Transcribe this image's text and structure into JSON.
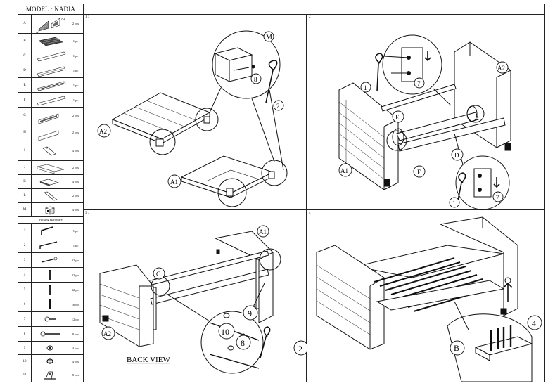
{
  "model": "MODEL : NADIA",
  "parts": [
    {
      "letter": "A",
      "qty": "2 pcs",
      "sub": [
        "A2",
        "A1"
      ]
    },
    {
      "letter": "B",
      "qty": "1 pc"
    },
    {
      "letter": "C",
      "qty": "1 pc"
    },
    {
      "letter": "D",
      "qty": "1 pc"
    },
    {
      "letter": "E",
      "qty": "1 pc"
    },
    {
      "letter": "F",
      "qty": "1 pc"
    },
    {
      "letter": "G",
      "qty": "2 pcs"
    },
    {
      "letter": "H",
      "qty": "2 pcs"
    },
    {
      "letter": "I",
      "qty": "4 pcs"
    },
    {
      "letter": "J",
      "qty": "2 pcs"
    },
    {
      "letter": "K",
      "qty": "4 pcs"
    },
    {
      "letter": "L",
      "qty": "2 pcs"
    },
    {
      "letter": "M",
      "qty": "4 pcs"
    }
  ],
  "hardware_title": "Packing Hardware",
  "hardware": [
    {
      "num": "1",
      "qty": "1 pc"
    },
    {
      "num": "2",
      "qty": "1 pc"
    },
    {
      "num": "3",
      "qty": "32 pcs"
    },
    {
      "num": "4",
      "qty": "32 pcs"
    },
    {
      "num": "5",
      "qty": "32 pcs"
    },
    {
      "num": "6",
      "qty": "16 pcs"
    },
    {
      "num": "7",
      "qty": "12 pcs"
    },
    {
      "num": "8",
      "qty": "8 pcs"
    },
    {
      "num": "9",
      "qty": "4 pcs"
    },
    {
      "num": "10",
      "qty": "4 pcs"
    },
    {
      "num": "11",
      "qty": "8 pcs"
    }
  ],
  "steps": [
    {
      "num": "1 :",
      "callouts": {
        "m": "M",
        "n8": "8",
        "n2": "2",
        "a2": "A2",
        "a1": "A1"
      }
    },
    {
      "num": "2 :",
      "callouts": {
        "a2": "A2",
        "n1": "1",
        "n7": "7",
        "e": "E",
        "f": "F",
        "d": "D",
        "a1": "A1",
        "n1b": "1",
        "n7b": "7"
      }
    },
    {
      "num": "3 :",
      "callouts": {
        "a1": "A1",
        "c": "C",
        "a2": "A2",
        "n9": "9",
        "n10": "10",
        "n8": "8",
        "n2": "2"
      },
      "back_view": "BACK VIEW"
    },
    {
      "num": "4 :",
      "callouts": {
        "n4": "4",
        "b": "B"
      }
    }
  ]
}
